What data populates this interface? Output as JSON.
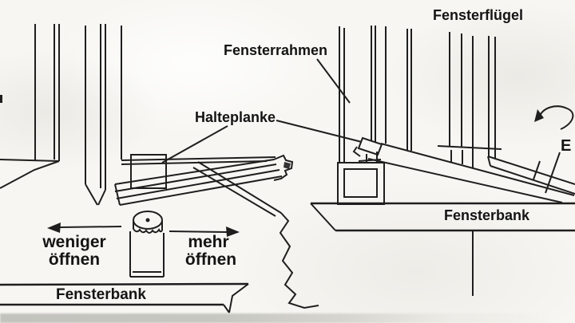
{
  "colors": {
    "paper": "#f7f6f2",
    "ink": "#1e1e1e",
    "scan_shadow": "#c6c6c0"
  },
  "labels": {
    "window_sash": "Fensterflügel",
    "window_frame": "Fensterrahmen",
    "holding_plank": "Halteplanke",
    "sill_left": "Fensterbank",
    "sill_right": "Fensterbank",
    "open_less_line1": "weniger",
    "open_less_line2": "öffnen",
    "open_more_line1": "mehr",
    "open_more_line2": "öffnen",
    "truncated_label": "E"
  },
  "icons": {
    "arrow_left": "turn-knob-left arrow",
    "arrow_right": "turn-knob-right arrow",
    "rotation_arrow": "swing/rotate direction arrow",
    "knob": "knurled adjustment knob"
  }
}
